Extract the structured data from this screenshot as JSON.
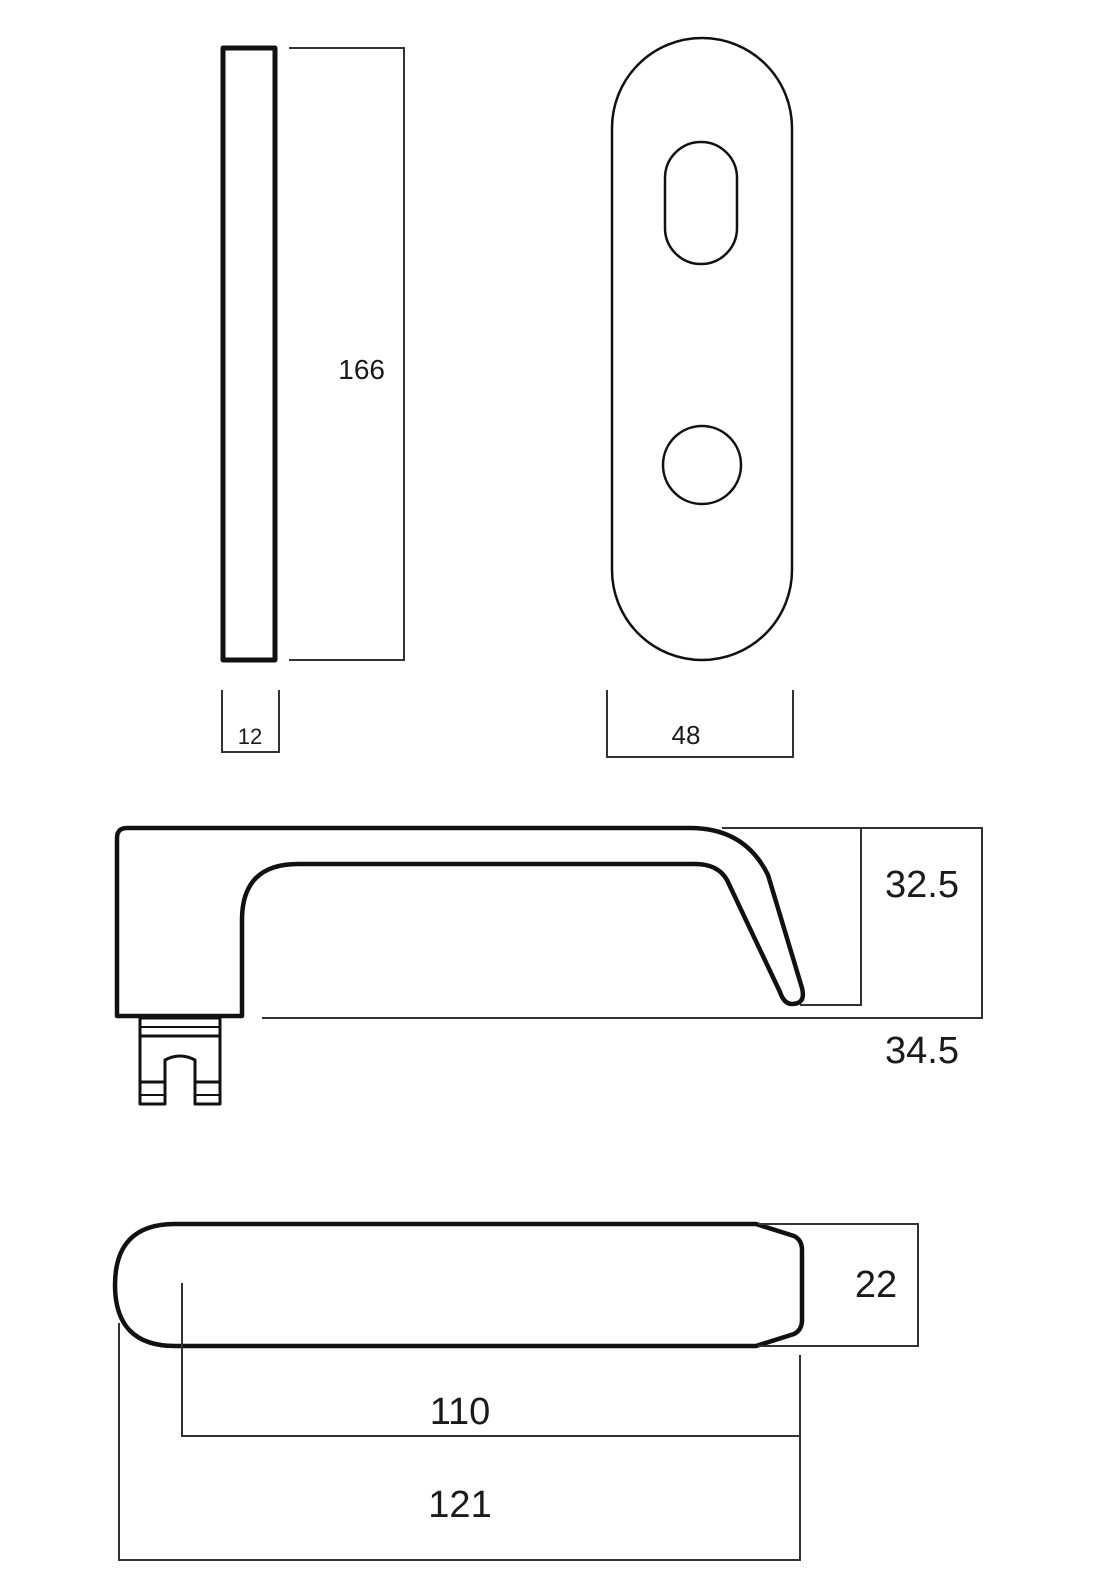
{
  "dimensions": {
    "plate_height": "166",
    "plate_side_thickness": "12",
    "plate_width": "48",
    "lever_height_inner": "32.5",
    "lever_height_total": "34.5",
    "lever_top_thickness": "22",
    "lever_length_inner": "110",
    "lever_length_total": "121"
  }
}
